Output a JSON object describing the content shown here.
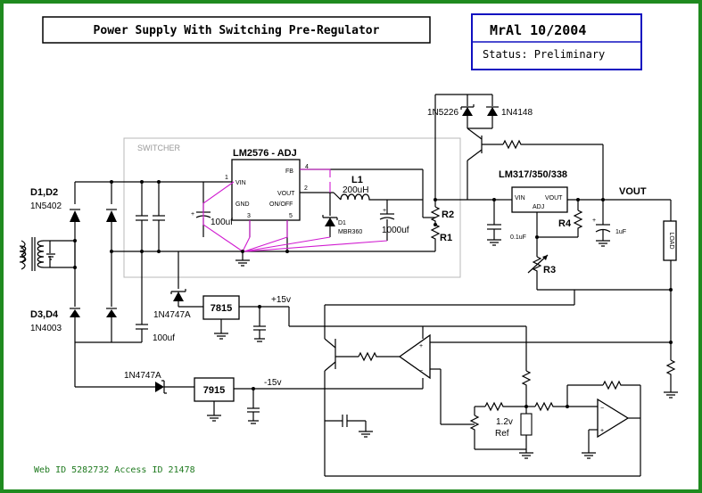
{
  "title": "Power Supply With Switching Pre-Regulator",
  "author_box": {
    "author": "MrAl 10/2004",
    "status": "Status: Preliminary"
  },
  "footer": "Web ID 5282732 Access ID 21478",
  "switcher": {
    "label": "SWITCHER",
    "chip": "LM2576 - ADJ",
    "pins": {
      "vin": "VIN",
      "fb": "FB",
      "vout": "VOUT",
      "gnd": "GND",
      "onoff": "ON/OFF"
    },
    "pin_numbers": {
      "p1": "1",
      "p2": "2",
      "p3": "3",
      "p4": "4",
      "p5": "5"
    },
    "inductor": {
      "name": "L1",
      "value": "200uH"
    },
    "diode": {
      "name": "D1",
      "part": "MBR360"
    },
    "cap_in": "100uf",
    "cap_out": "1000uf"
  },
  "rectifier": {
    "top_label": "D1,D2",
    "top_part": "1N5402",
    "bottom_label": "D3,D4",
    "bottom_part": "1N4003"
  },
  "zener_1": "1N4747A",
  "zener_2": "1N4747A",
  "cap_neg": "100uf",
  "reg_pos": {
    "part": "7815",
    "rail": "+15v"
  },
  "reg_neg": {
    "part": "7915",
    "rail": "-15v"
  },
  "top_diodes": {
    "zener": "1N5226",
    "diode": "1N4148"
  },
  "linear_reg": {
    "title": "LM317/350/338",
    "vin": "VIN",
    "vout": "VOUT",
    "adj": "ADJ",
    "cap_in": "0.1uF",
    "cap_out": "1uF",
    "vout_label": "VOUT"
  },
  "resistors": {
    "r1": "R1",
    "r2": "R2",
    "r3": "R3",
    "r4": "R4"
  },
  "load": "LOAD",
  "reference": {
    "line1": "1.2v",
    "line2": "Ref"
  }
}
